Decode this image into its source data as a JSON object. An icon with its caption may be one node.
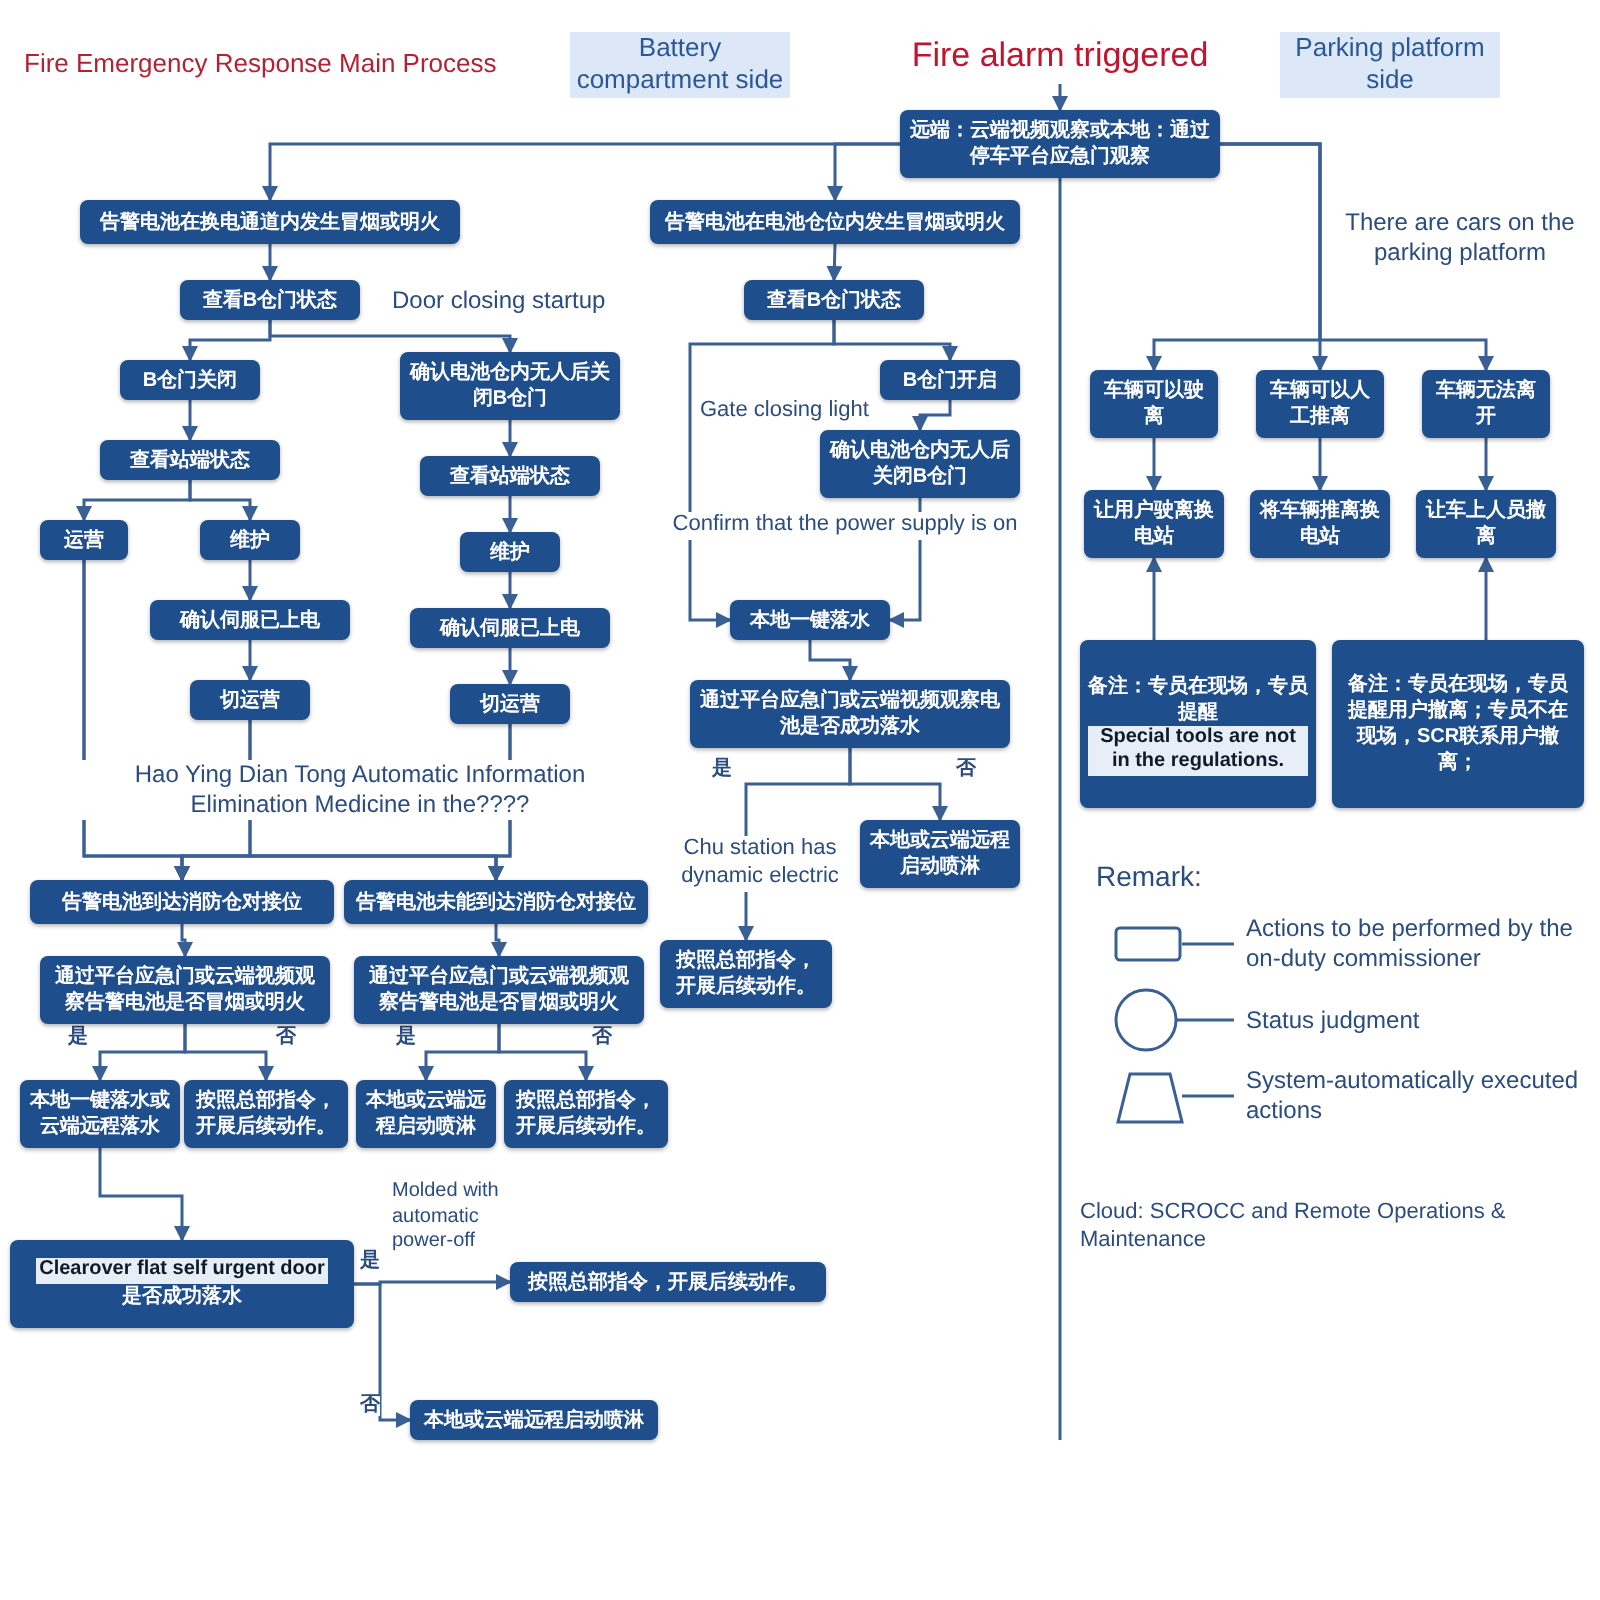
{
  "diagram": {
    "title": "Fire Emergency Response Main Process",
    "nodes": [
      {
        "text": [
          "远端：云端视频观察或本地：通过停车平台应急门观察"
        ]
      },
      {
        "text": [
          "告警电池在换电通道内发生冒烟或明火"
        ]
      },
      {
        "text": [
          "查看B仓门状态"
        ]
      },
      {
        "text": [
          "B仓门关闭"
        ]
      },
      {
        "text": [
          "确认电池仓内无人后关闭B仓门"
        ]
      },
      {
        "text": [
          "查看站端状态"
        ]
      },
      {
        "text": [
          "运营"
        ]
      },
      {
        "text": [
          "维护"
        ]
      },
      {
        "text": [
          "确认伺服已上电"
        ]
      },
      {
        "text": [
          "切运营"
        ]
      },
      {
        "text": [
          "查看站端状态"
        ]
      },
      {
        "text": [
          "维护"
        ]
      },
      {
        "text": [
          "确认伺服已上电"
        ]
      },
      {
        "text": [
          "切运营"
        ]
      },
      {
        "text": [
          "告警电池到达消防仓对接位"
        ]
      },
      {
        "text": [
          "告警电池未能到达消防仓对接位"
        ]
      },
      {
        "text": [
          "通过平台应急门或云端视频观察告警电池是否冒烟或明火"
        ]
      },
      {
        "text": [
          "通过平台应急门或云端视频观察告警电池是否冒烟或明火"
        ]
      },
      {
        "text": [
          "本地一键落水或云端远程落水"
        ]
      },
      {
        "text": [
          "按照总部指令，开展后续动作。"
        ]
      },
      {
        "text": [
          "本地或云端远程启动喷淋"
        ]
      },
      {
        "text": [
          "按照总部指令，开展后续动作。"
        ]
      },
      {
        "text": [
          "Clearover flat self urgent door",
          "是否成功落水"
        ]
      },
      {
        "text": [
          "按照总部指令，开展后续动作。"
        ]
      },
      {
        "text": [
          "本地或云端远程启动喷淋"
        ]
      },
      {
        "text": [
          "告警电池在电池仓位内发生冒烟或明火"
        ]
      },
      {
        "text": [
          "查看B仓门状态"
        ]
      },
      {
        "text": [
          "B仓门开启"
        ]
      },
      {
        "text": [
          "确认电池仓内无人后关闭B仓门"
        ]
      },
      {
        "text": [
          "本地一键落水"
        ]
      },
      {
        "text": [
          "通过平台应急门或云端视频观察电池是否成功落水"
        ]
      },
      {
        "text": [
          "本地或云端远程启动喷淋"
        ]
      },
      {
        "text": [
          "按照总部指令，开展后续动作。"
        ]
      },
      {
        "text": [
          "车辆可以驶离"
        ]
      },
      {
        "text": [
          "车辆可以人工推离"
        ]
      },
      {
        "text": [
          "车辆无法离开"
        ]
      },
      {
        "text": [
          "让用户驶离换电站"
        ]
      },
      {
        "text": [
          "将车辆推离换电站"
        ]
      },
      {
        "text": [
          "让车上人员撤离"
        ]
      },
      {
        "text": [
          "备注：专员在现场，专员提醒",
          "Special tools are not in the regulations."
        ]
      },
      {
        "text": [
          "备注：专员在现场，专员提醒用户撤离；专员不在现场，SCR联系用户撤离；"
        ]
      },
      {
        "text": [
          "Fire alarm triggered"
        ]
      }
    ],
    "edges": [
      {
        "from": 0,
        "to": 1,
        "arrow": "to"
      },
      {
        "from": 0,
        "to": 25,
        "arrow": "to"
      },
      {
        "from": 0,
        "to": 33,
        "arrow": "to"
      },
      {
        "from": 0,
        "to": 34,
        "arrow": "to"
      },
      {
        "from": 0,
        "to": 35,
        "arrow": "to"
      },
      {
        "from": 1,
        "to": 2,
        "arrow": "to"
      },
      {
        "from": 2,
        "to": 3,
        "arrow": "to"
      },
      {
        "from": 2,
        "to": 4,
        "arrow": "to"
      },
      {
        "from": 3,
        "to": 5,
        "arrow": "to"
      },
      {
        "from": 4,
        "to": 10,
        "arrow": "to"
      },
      {
        "from": 5,
        "to": 6,
        "arrow": "to"
      },
      {
        "from": 5,
        "to": 7,
        "arrow": "to"
      },
      {
        "from": 7,
        "to": 8,
        "arrow": "to"
      },
      {
        "from": 8,
        "to": 9,
        "arrow": "to"
      },
      {
        "from": 10,
        "to": 11,
        "arrow": "to"
      },
      {
        "from": 11,
        "to": 12,
        "arrow": "to"
      },
      {
        "from": 12,
        "to": 13,
        "arrow": "to"
      },
      {
        "from": 6,
        "to": 14,
        "arrow": "to"
      },
      {
        "from": 6,
        "to": 15,
        "arrow": "to"
      },
      {
        "from": 9,
        "to": 14,
        "arrow": "to"
      },
      {
        "from": 9,
        "to": 15,
        "arrow": "to"
      },
      {
        "from": 13,
        "to": 14,
        "arrow": "to"
      },
      {
        "from": 13,
        "to": 15,
        "arrow": "to"
      },
      {
        "from": 14,
        "to": 16,
        "arrow": "to"
      },
      {
        "from": 15,
        "to": 17,
        "arrow": "to"
      },
      {
        "from": 16,
        "to": 18,
        "arrow": "to",
        "label": "是"
      },
      {
        "from": 16,
        "to": 19,
        "arrow": "to",
        "label": "否"
      },
      {
        "from": 17,
        "to": 20,
        "arrow": "to",
        "label": "是"
      },
      {
        "from": 17,
        "to": 21,
        "arrow": "to",
        "label": "否"
      },
      {
        "from": 18,
        "to": 22,
        "arrow": "to"
      },
      {
        "from": 22,
        "to": 23,
        "arrow": "to",
        "label": "是"
      },
      {
        "from": 22,
        "to": 24,
        "arrow": "to",
        "label": "否"
      },
      {
        "from": 25,
        "to": 26,
        "arrow": "to"
      },
      {
        "from": 26,
        "to": 29,
        "arrow": "to"
      },
      {
        "from": 26,
        "to": 27,
        "arrow": "to"
      },
      {
        "from": 27,
        "to": 28,
        "arrow": "to"
      },
      {
        "from": 28,
        "to": 29,
        "arrow": "to"
      },
      {
        "from": 29,
        "to": 30,
        "arrow": "to"
      },
      {
        "from": 30,
        "to": 31,
        "arrow": "to",
        "label": "否"
      },
      {
        "from": 30,
        "to": 32,
        "arrow": "to",
        "label": "是"
      },
      {
        "from": 33,
        "to": 36,
        "arrow": "to"
      },
      {
        "from": 34,
        "to": 37,
        "arrow": "to"
      },
      {
        "from": 35,
        "to": 38,
        "arrow": "to"
      },
      {
        "from": 39,
        "to": 36,
        "arrow": "to"
      },
      {
        "from": 40,
        "to": 38,
        "arrow": "to"
      },
      {
        "from": 41,
        "to": 0,
        "arrow": "to"
      }
    ],
    "labels": [
      "Battery compartment side",
      "Parking platform side",
      "There are cars on the parking platform",
      "Door closing startup",
      "Gate closing light",
      "Confirm that the power supply is on",
      "Hao Ying Dian Tong Automatic Information Elimination Medicine in the????",
      "Chu station has dynamic electric",
      "Molded with automatic power-off",
      "Remark:",
      "Cloud: SCROCC and Remote Operations & Maintenance"
    ],
    "legend": [
      {
        "text": "Actions to be performed by the on-duty commissioner"
      },
      {
        "text": "Status judgment"
      },
      {
        "text": "System-automatically executed actions"
      }
    ]
  }
}
